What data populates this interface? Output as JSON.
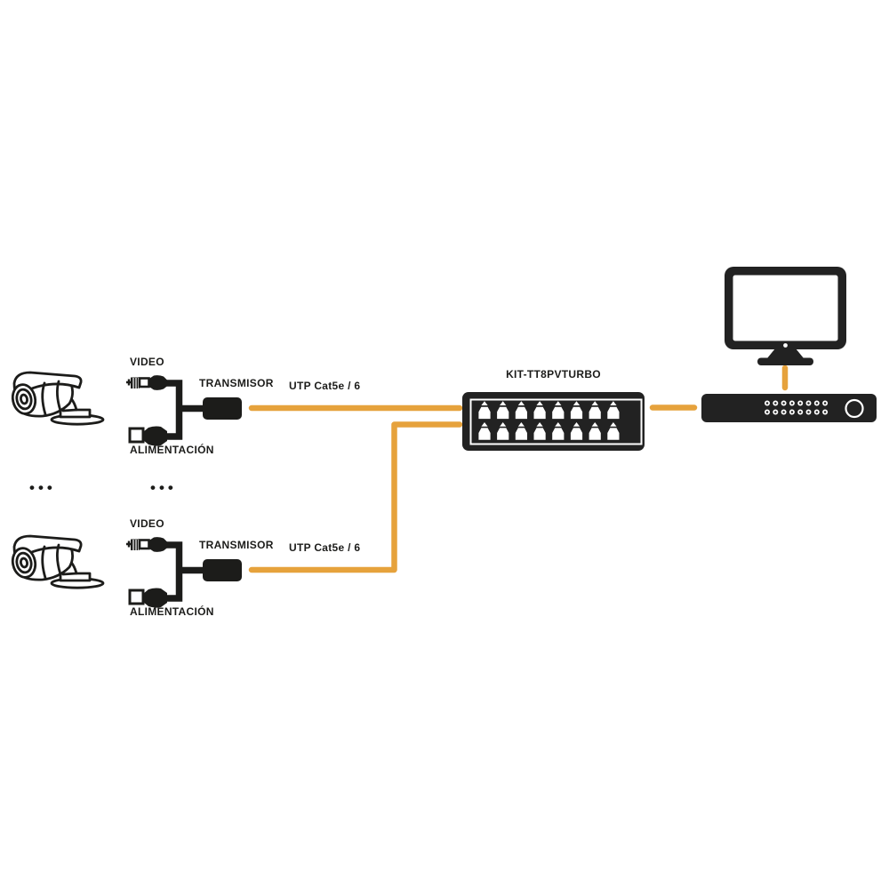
{
  "diagram": {
    "camera_groups": [
      {
        "video_label": "VIDEO",
        "transmitter_label": "TRANSMISOR",
        "power_label": "ALIMENTACIÓN",
        "cable_label": "UTP Cat5e / 6"
      },
      {
        "video_label": "VIDEO",
        "transmitter_label": "TRANSMISOR",
        "power_label": "ALIMENTACIÓN",
        "cable_label": "UTP Cat5e / 6"
      }
    ],
    "switch_label": "KIT-TT8PVTURBO",
    "switch_ports": {
      "rows": 2,
      "ports_per_row": 8,
      "total": 16
    },
    "ellipsis": "•••"
  },
  "colors": {
    "ink": "#1C1C1A",
    "device": "#222222",
    "cable": "#E6A23C"
  }
}
